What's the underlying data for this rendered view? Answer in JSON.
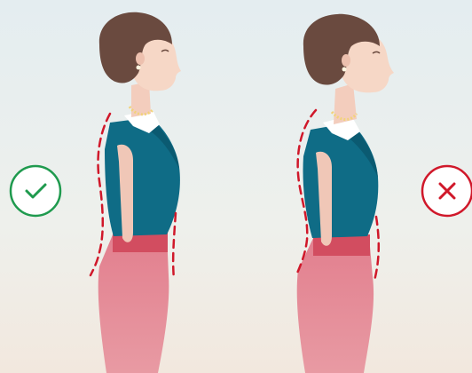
{
  "icons": {
    "good": {
      "name": "checkmark-icon",
      "color": "#1f9a4e"
    },
    "bad": {
      "name": "close-icon",
      "color": "#d0182a"
    }
  },
  "figures": [
    {
      "id": "good-posture",
      "verdict": "correct",
      "guide_line": "dashed-spine-curve"
    },
    {
      "id": "bad-posture",
      "verdict": "incorrect",
      "guide_line": "dashed-spine-curve"
    }
  ],
  "colors": {
    "background_top": "#e6eef0",
    "background_bottom": "#f0e8df",
    "top_teal": "#0f6c86",
    "skirt_pink": "#e08591",
    "belt": "#d24d60",
    "hair": "#6a4a3f",
    "skin": "#f6d7c6",
    "dashed_line": "#d0182a"
  }
}
